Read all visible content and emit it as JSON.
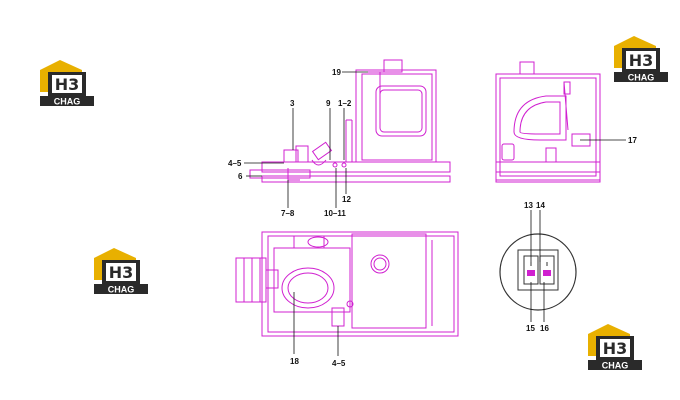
{
  "callouts": {
    "c19": "19",
    "c3": "3",
    "c9": "9",
    "c1_2": "1–2",
    "c4_5_top": "4–5",
    "c6": "6",
    "c7_8": "7–8",
    "c10_11": "10–11",
    "c12": "12",
    "c17": "17",
    "c13": "13",
    "c14": "14",
    "c15": "15",
    "c16": "16",
    "c18": "18",
    "c4_5_bottom": "4–5"
  },
  "logo": {
    "mark": "H3",
    "brand": "CHAG"
  },
  "colors": {
    "line": "#d020d0",
    "label": "#111111",
    "logo_gold": "#e8b000",
    "logo_dark": "#2a2a2a"
  }
}
